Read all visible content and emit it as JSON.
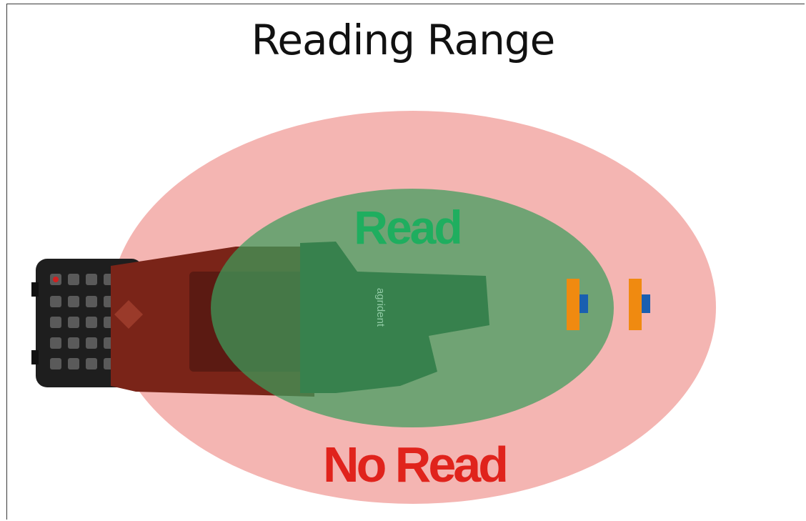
{
  "title": "Reading Range",
  "zones": {
    "read_label": "Read",
    "no_read_label": "No Read"
  },
  "device": {
    "brand_text": "agrident",
    "icon": "handheld-rfid-reader-icon"
  },
  "tags": [
    {
      "icon": "rfid-tag-icon",
      "zone": "read"
    },
    {
      "icon": "rfid-tag-icon",
      "zone": "no-read"
    }
  ],
  "colors": {
    "no_read_zone": "#f4b5b2",
    "read_zone": "#5aa672",
    "read_text": "#1fae5f",
    "no_read_text": "#e0231c",
    "tag_body": "#f08a10",
    "tag_chip": "#1a5fb0",
    "device_body": "#7a2418",
    "device_keypad": "#1e1e1e"
  }
}
